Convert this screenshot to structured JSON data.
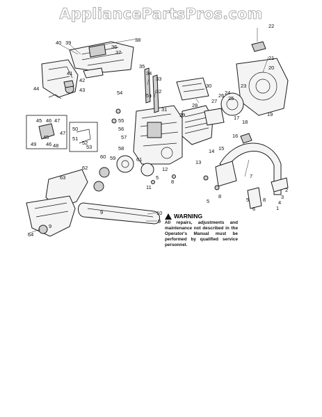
{
  "watermark": "AppliancePartsPros.com",
  "warning": {
    "title": "WARNING",
    "text": "All repairs, adjustments and maintenance not described in the Operator's Manual must be performed by qualified service personnel."
  },
  "callouts": [
    "1",
    "2",
    "3",
    "4",
    "5",
    "6",
    "7",
    "8",
    "9",
    "10",
    "11",
    "12",
    "13",
    "14",
    "15",
    "16",
    "17",
    "18",
    "19",
    "20",
    "21",
    "22",
    "23",
    "24",
    "25",
    "26",
    "27",
    "28",
    "29",
    "30",
    "31",
    "32",
    "33",
    "34",
    "35",
    "36",
    "37",
    "38",
    "39",
    "40",
    "41",
    "42",
    "43",
    "44",
    "45",
    "46",
    "47",
    "48",
    "49",
    "50",
    "51",
    "52",
    "53",
    "54",
    "55",
    "56",
    "57",
    "58",
    "59",
    "60",
    "61",
    "62",
    "63",
    "64",
    "5",
    "8",
    "9",
    "5",
    "8",
    "5",
    "9",
    "45",
    "46",
    "47"
  ]
}
